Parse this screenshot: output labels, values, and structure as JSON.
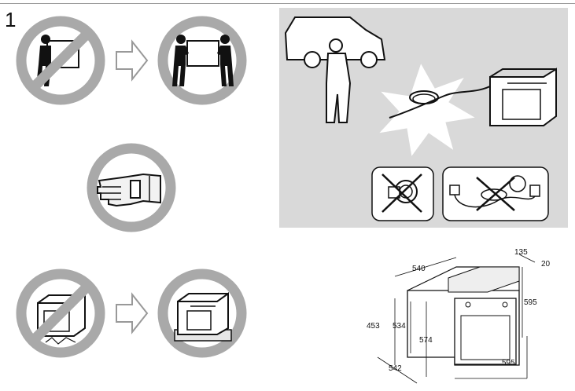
{
  "page": {
    "number": "1"
  },
  "colors": {
    "prohibition": "#a9a9a9",
    "panel": "#d9d9d9",
    "figure": "#111111",
    "glove": "#f2f2f2"
  },
  "icons": {
    "one-person-lift": "no-single-person-lift-icon",
    "two-person-lift": "two-person-lift-icon",
    "gloves": "protective-glove-icon",
    "no-floor-placement": "no-floor-placement-icon",
    "on-packaging-base": "oven-on-base-icon",
    "electrical": "disconnect-power-icon",
    "no-adapter": "no-adapter-icon",
    "no-extension": "no-extension-cord-icon",
    "dimensions": "oven-dimensions-diagram"
  },
  "dimensions": {
    "top_depth": "540",
    "offset": "135",
    "gap": "20",
    "front_height": "595",
    "left_height": "453",
    "inner_height": "534",
    "cavity_height": "574",
    "bottom_depth": "542",
    "front_width": "595"
  }
}
